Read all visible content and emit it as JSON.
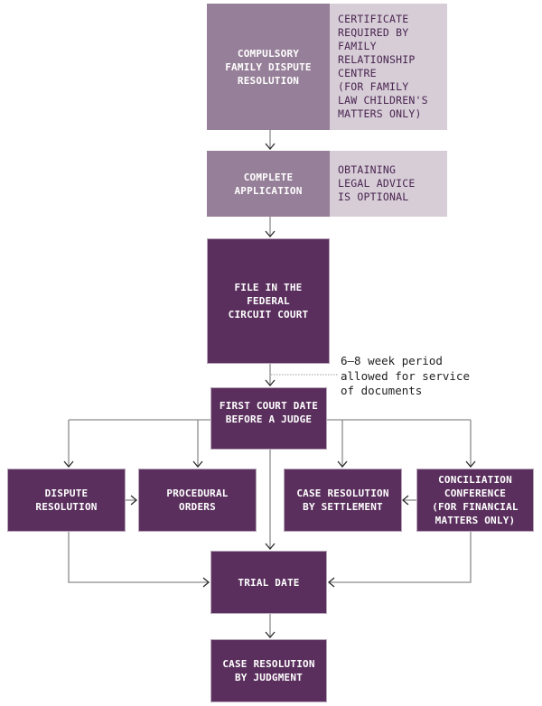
{
  "colors": {
    "compulsory_box": "#967f98",
    "info_box": "#d6cdd7",
    "info_text": "#4a2550",
    "court_box": "#5a2f5d",
    "connector": "#8c8c8c"
  },
  "steps": {
    "compulsory_fdr": {
      "label": "COMPULSORY\nFAMILY DISPUTE\nRESOLUTION",
      "note": "CERTIFICATE\nREQUIRED BY\nFAMILY\nRELATIONSHIP\nCENTRE\n(FOR FAMILY\nLAW CHILDREN'S\nMATTERS ONLY)"
    },
    "complete_application": {
      "label": "COMPLETE\nAPPLICATION",
      "note": "OBTAINING\nLEGAL ADVICE\nIS OPTIONAL"
    },
    "file_in_court": {
      "label": "FILE IN THE\nFEDERAL\nCIRCUIT COURT"
    },
    "service_period_note": "6–8 week period\nallowed for service\nof documents",
    "first_court_date": {
      "label": "FIRST COURT DATE\nBEFORE A JUDGE"
    },
    "dispute_resolution": {
      "label": "DISPUTE\nRESOLUTION"
    },
    "procedural_orders": {
      "label": "PROCEDURAL\nORDERS"
    },
    "settlement": {
      "label": "CASE RESOLUTION\nBY SETTLEMENT"
    },
    "conciliation": {
      "label": "CONCILIATION\nCONFERENCE\n(FOR FINANCIAL\nMATTERS ONLY)"
    },
    "trial_date": {
      "label": "TRIAL DATE"
    },
    "judgment": {
      "label": "CASE RESOLUTION\nBY JUDGMENT"
    }
  },
  "edges": [
    [
      "compulsory_fdr",
      "complete_application"
    ],
    [
      "complete_application",
      "file_in_court"
    ],
    [
      "file_in_court",
      "first_court_date"
    ],
    [
      "first_court_date",
      "dispute_resolution"
    ],
    [
      "first_court_date",
      "procedural_orders"
    ],
    [
      "first_court_date",
      "settlement"
    ],
    [
      "first_court_date",
      "conciliation"
    ],
    [
      "first_court_date",
      "trial_date"
    ],
    [
      "dispute_resolution",
      "procedural_orders"
    ],
    [
      "conciliation",
      "settlement"
    ],
    [
      "dispute_resolution",
      "trial_date"
    ],
    [
      "conciliation",
      "trial_date"
    ],
    [
      "trial_date",
      "judgment"
    ]
  ]
}
